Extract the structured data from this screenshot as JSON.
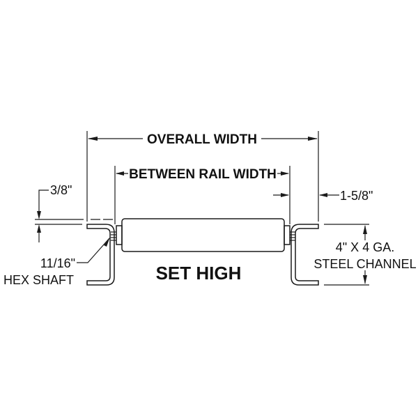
{
  "diagram": {
    "title": "SET HIGH",
    "dimensions": {
      "overall_width": "OVERALL WIDTH",
      "between_rail_width": "BETWEEN RAIL WIDTH",
      "rail_offset": "1-5/8\"",
      "set_high_offset": "3/8\""
    },
    "callouts": {
      "shaft_size": "11/16\"",
      "shaft_type": "HEX SHAFT",
      "channel_size": "4\" X 4 GA.",
      "channel_type": "STEEL CHANNEL"
    },
    "colors": {
      "line": "#1a1a1a",
      "background": "#ffffff"
    }
  }
}
